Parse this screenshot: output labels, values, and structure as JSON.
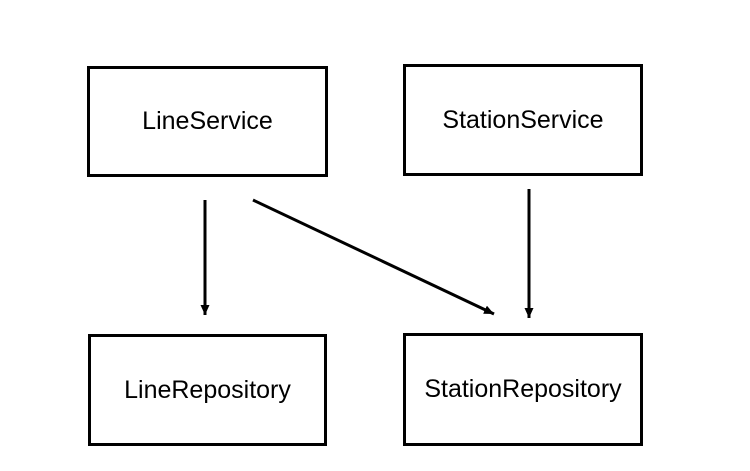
{
  "diagram": {
    "background_color": "#ffffff",
    "stroke_color": "#000000",
    "text_color": "#000000",
    "nodes": [
      {
        "id": "line-service",
        "label": "LineService"
      },
      {
        "id": "station-service",
        "label": "StationService"
      },
      {
        "id": "line-repository",
        "label": "LineRepository"
      },
      {
        "id": "station-repository",
        "label": "StationRepository"
      }
    ],
    "edges": [
      {
        "from": "LineService",
        "to": "LineRepository"
      },
      {
        "from": "LineService",
        "to": "StationRepository"
      },
      {
        "from": "StationService",
        "to": "StationRepository"
      }
    ]
  }
}
